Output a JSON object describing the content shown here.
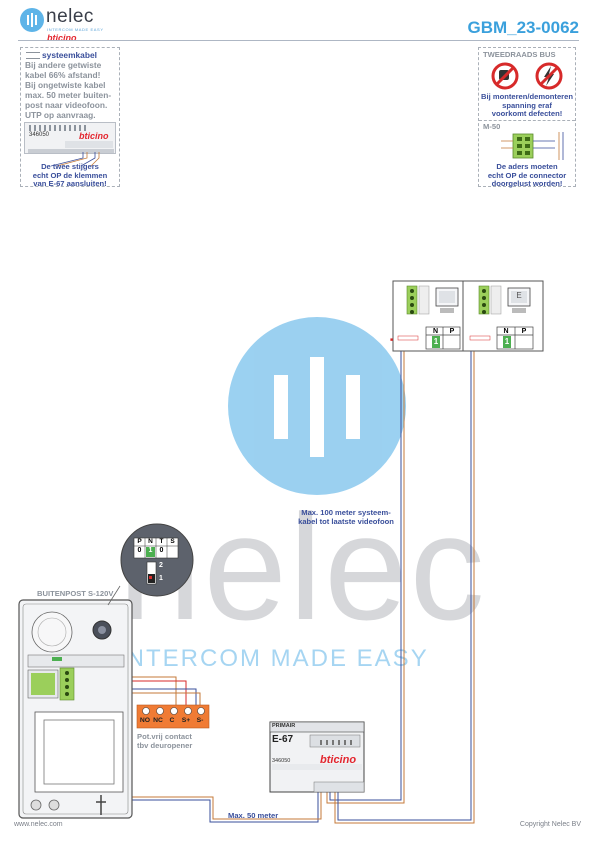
{
  "header": {
    "brand_name": "nelec",
    "brand_sub": "INTERCOM MADE EASY",
    "brand_partner": "bticino",
    "doc_id": "GBM_23-0062"
  },
  "note_left": {
    "title": "systeemkabel",
    "lines": [
      "Bij andere getwiste",
      "kabel 66% afstand!",
      "Bij ongetwiste kabel",
      "max. 50 meter buiten-",
      "post naar videofoon.",
      "UTP op aanvraag."
    ],
    "module_code": "346050",
    "module_brand": "bticino",
    "caption": [
      "De twee stijgers",
      "echt OP de klemmen",
      "van E-67 aansluiten!"
    ]
  },
  "note_right": {
    "title": "TWEEDRAADS BUS",
    "warning": [
      "Bij monteren/demonteren",
      "spanning eraf",
      "voorkomt defecten!"
    ],
    "m50_label": "M-50",
    "caption": [
      "De aders moeten",
      "echt OP de connector",
      "doorgelust worden!"
    ]
  },
  "videophones": [
    {
      "screen_label": "",
      "slots": [
        "N",
        "P"
      ],
      "value": "1"
    },
    {
      "screen_label": "E",
      "slots": [
        "N",
        "P"
      ],
      "value": "1"
    }
  ],
  "cable_labels": {
    "system": [
      "Max. 100 meter systeem-",
      "kabel tot laatste videofoon"
    ],
    "outdoor": "Max. 50 meter"
  },
  "outdoor_station": {
    "title": "BUITENPOST S-120V",
    "magnifier_headers": [
      "P",
      "N",
      "T",
      "S"
    ],
    "magnifier_values": [
      "0",
      "1",
      "0",
      ""
    ],
    "switch_labels": [
      "2",
      "1"
    ]
  },
  "door_terminal": {
    "terminals": [
      "NO",
      "NC",
      "C",
      "S+",
      "S-"
    ],
    "caption": [
      "Pot.vrij contact",
      "tbv deuropener"
    ]
  },
  "power_supply": {
    "label": "E-67",
    "primary": "PRIMAIR",
    "code": "346050",
    "brand": "bticino"
  },
  "watermark": {
    "word": "nelec",
    "tagline": "INTERCOM MADE EASY"
  },
  "footer": {
    "website": "www.nelec.com",
    "copyright": "Copyright Nelec BV"
  }
}
